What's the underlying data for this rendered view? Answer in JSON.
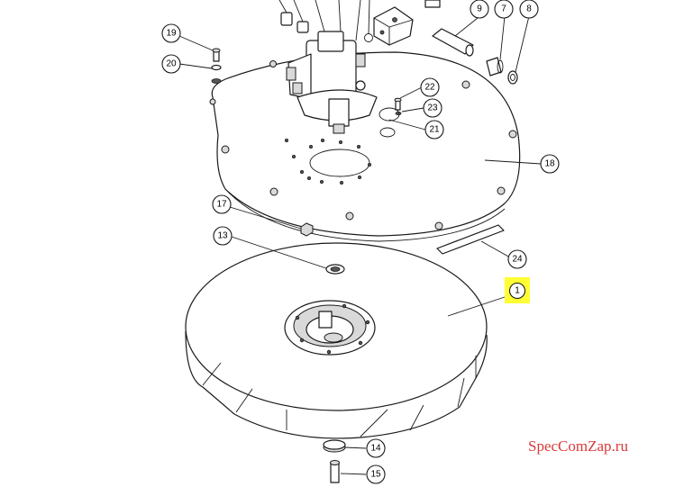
{
  "watermark": "SpecComZap.ru",
  "highlight_color": "#ffff33",
  "callouts": [
    {
      "id": "1",
      "label": "1",
      "highlighted": true
    },
    {
      "id": "7",
      "label": "7"
    },
    {
      "id": "8",
      "label": "8"
    },
    {
      "id": "9",
      "label": "9"
    },
    {
      "id": "13",
      "label": "13"
    },
    {
      "id": "14",
      "label": "14"
    },
    {
      "id": "15",
      "label": "15"
    },
    {
      "id": "17",
      "label": "17"
    },
    {
      "id": "18",
      "label": "18"
    },
    {
      "id": "19",
      "label": "19"
    },
    {
      "id": "20",
      "label": "20"
    },
    {
      "id": "21",
      "label": "21"
    },
    {
      "id": "22",
      "label": "22"
    },
    {
      "id": "23",
      "label": "23"
    },
    {
      "id": "24",
      "label": "24"
    }
  ]
}
